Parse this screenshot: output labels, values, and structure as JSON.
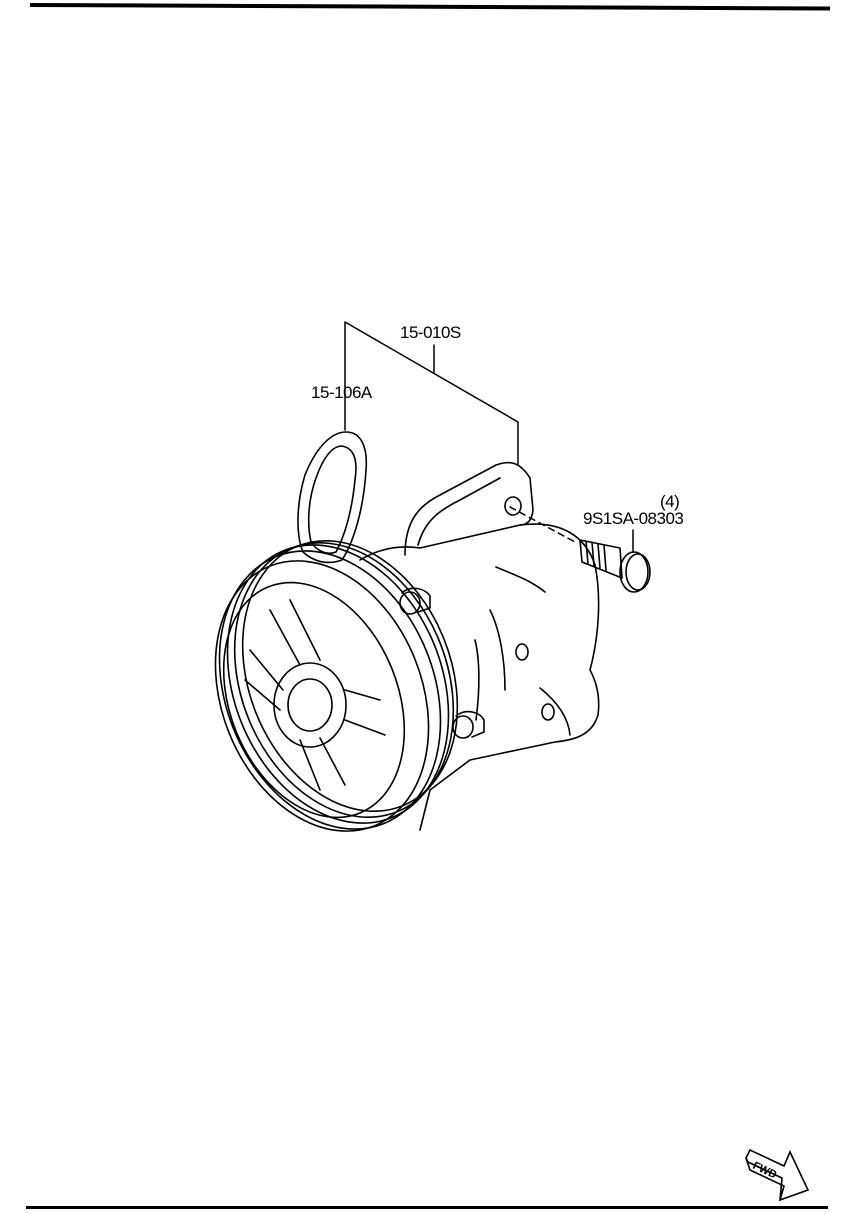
{
  "diagram": {
    "type": "exploded parts illustration",
    "subject": "power steering pump assembly",
    "callouts": [
      {
        "id": "assembly",
        "part_number": "15-010S"
      },
      {
        "id": "o-ring",
        "part_number": "15-106A"
      },
      {
        "id": "bolt",
        "part_number": "9S1SA-08303",
        "quantity": "(4)"
      }
    ],
    "direction_indicator": {
      "label": "FWD"
    }
  }
}
